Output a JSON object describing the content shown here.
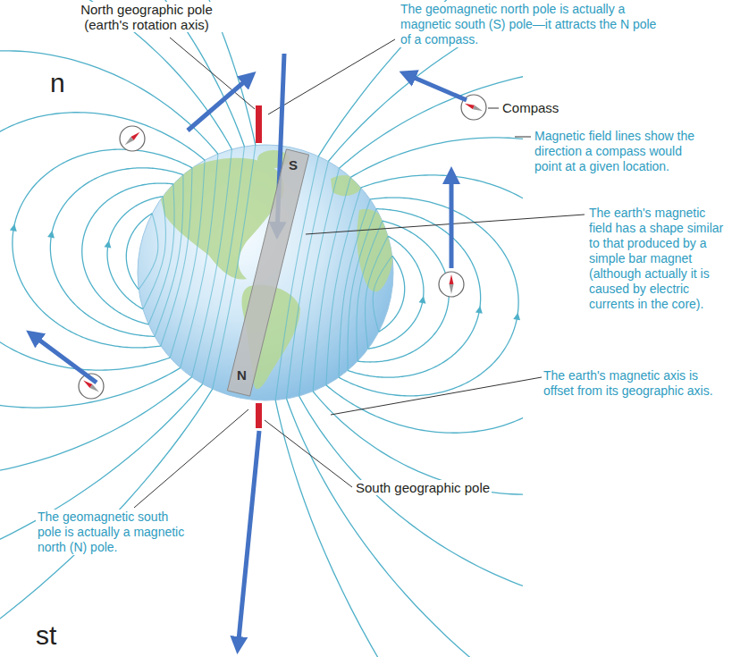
{
  "diagram": {
    "nodes": [
      {
        "text": [
          "S",
          "N"
        ]
      }
    ],
    "labels": [
      "North geographic pole (earth's rotation axis)",
      "n",
      "The geomagnetic north pole is actually a magnetic south (S) pole—it attracts the N pole of a compass.",
      "Compass",
      "Magnetic field lines show the direction a compass would point at a given location.",
      "The earth's magnetic field has a shape similar to that produced by a simple bar magnet (although actually it is caused by electric currents in the core).",
      "The earth's magnetic axis is offset from its geographic axis.",
      "The geomagnetic south pole is actually a magnetic north (N) pole.",
      "South geographic pole",
      "st"
    ]
  }
}
